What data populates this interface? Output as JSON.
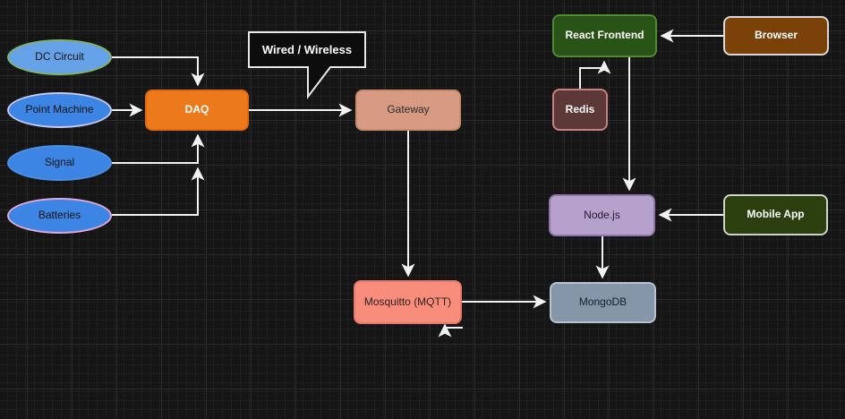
{
  "diagram": {
    "background_color": "#151515",
    "grid_minor_color": "#1e1e1e",
    "grid_major_color": "#2b2b2b",
    "edge_color": "#f2f2f2",
    "nodes": {
      "dc_circuit": {
        "label": "DC Circuit",
        "shape": "ellipse",
        "fill": "#66a2e8",
        "border": "#82b366",
        "text_color": "#111111"
      },
      "point_machine": {
        "label": "Point Machine",
        "shape": "ellipse",
        "fill": "#3d85e4",
        "border": "#c3c9f2",
        "text_color": "#111111"
      },
      "signal": {
        "label": "Signal",
        "shape": "ellipse",
        "fill": "#3d85e4",
        "border": "#4a8fe0",
        "text_color": "#111111"
      },
      "batteries": {
        "label": "Batteries",
        "shape": "ellipse",
        "fill": "#3d85e4",
        "border": "#e3a8d8",
        "text_color": "#111111"
      },
      "daq": {
        "label": "DAQ",
        "shape": "rect",
        "fill": "#ec7a1d",
        "border": "#df690d",
        "text_color": "#ffffff"
      },
      "wired_wireless": {
        "label": "Wired / Wireless",
        "shape": "callout",
        "fill": "#0d0d0d",
        "border": "#e8e8e8",
        "text_color": "#ffffff"
      },
      "gateway": {
        "label": "Gateway",
        "shape": "rect",
        "fill": "#d69b82",
        "border": "#c88a68",
        "text_color": "#2d2d2d"
      },
      "react_frontend": {
        "label": "React Frontend",
        "shape": "rect",
        "fill": "#2a5317",
        "border": "#4e8a30",
        "text_color": "#ffffff"
      },
      "browser": {
        "label": "Browser",
        "shape": "rect",
        "fill": "#7a4209",
        "border": "#d9d9d9",
        "text_color": "#ffffff"
      },
      "redis": {
        "label": "Redis",
        "shape": "rect",
        "fill": "#5c3837",
        "border": "#c98080",
        "text_color": "#ffffff"
      },
      "nodejs": {
        "label": "Node.js",
        "shape": "rect",
        "fill": "#b5a1cb",
        "border": "#8e76a8",
        "text_color": "#221a2e"
      },
      "mobile_app": {
        "label": "Mobile App",
        "shape": "rect",
        "fill": "#2c400f",
        "border": "#ccd4c9",
        "text_color": "#ffffff"
      },
      "mosquitto": {
        "label": "Mosquitto (MQTT)",
        "shape": "rect",
        "fill": "#f98d7c",
        "border": "#e5786b",
        "text_color": "#2d2020"
      },
      "mongodb": {
        "label": "MongoDB",
        "shape": "rect",
        "fill": "#8596a8",
        "border": "#b4c3d2",
        "text_color": "#15202b"
      }
    },
    "edges": [
      {
        "from": "DC Circuit",
        "to": "DAQ"
      },
      {
        "from": "Point Machine",
        "to": "DAQ"
      },
      {
        "from": "Signal",
        "to": "DAQ"
      },
      {
        "from": "Batteries",
        "to": "DAQ"
      },
      {
        "from": "DAQ",
        "to": "Gateway",
        "annotation": "Wired / Wireless"
      },
      {
        "from": "Gateway",
        "to": "Mosquitto (MQTT)"
      },
      {
        "from": "Mosquitto (MQTT)",
        "to": "MongoDB"
      },
      {
        "from": "Browser",
        "to": "React Frontend"
      },
      {
        "from": "Redis",
        "to": "React Frontend"
      },
      {
        "from": "React Frontend",
        "to": "Node.js"
      },
      {
        "from": "Mobile App",
        "to": "Node.js"
      },
      {
        "from": "Node.js",
        "to": "MongoDB"
      },
      {
        "from": "",
        "to": "Mosquitto (MQTT)",
        "note": "short stub arrow entering bottom edge"
      }
    ]
  }
}
